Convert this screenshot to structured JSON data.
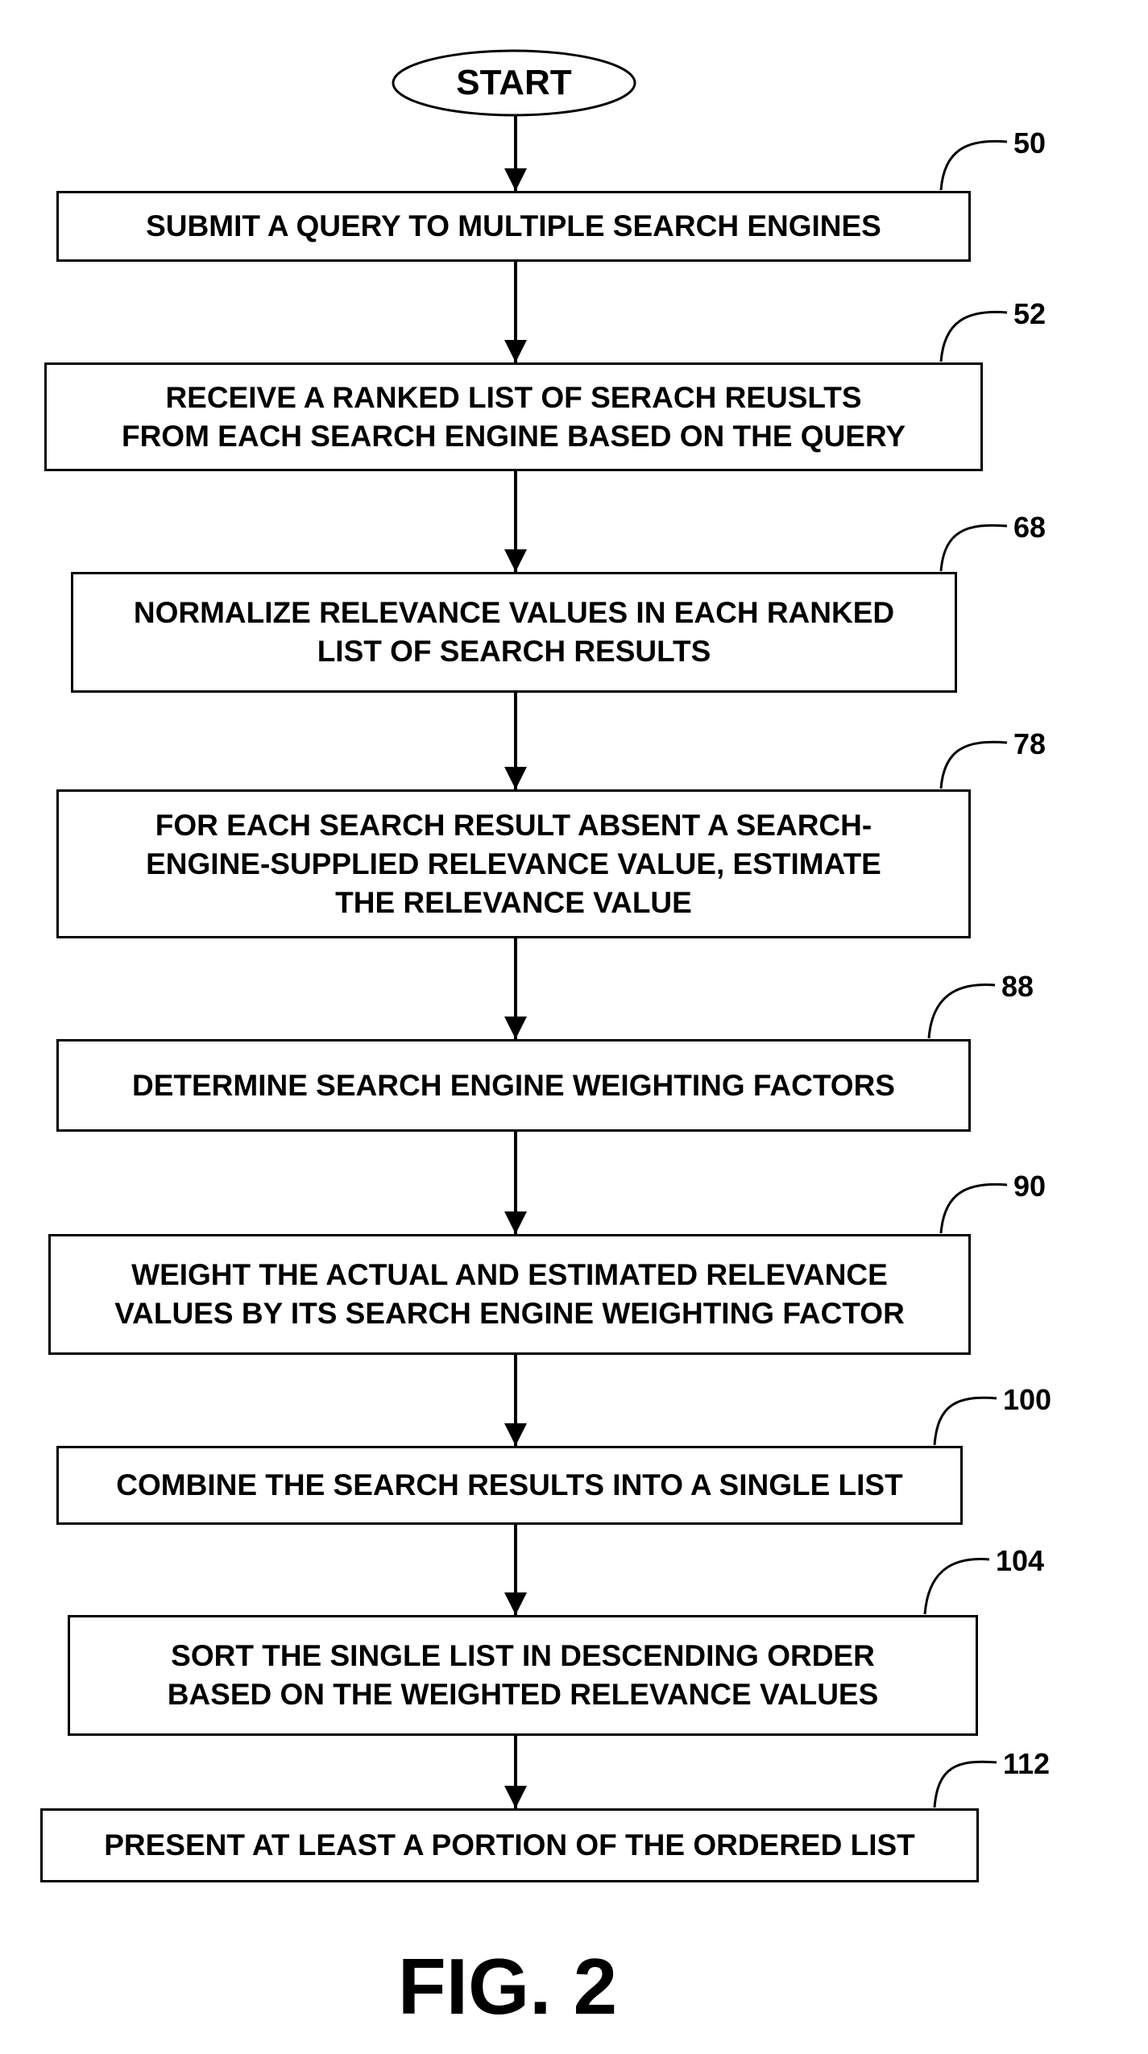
{
  "diagram": {
    "start_label": "START",
    "figure_label": "FIG. 2",
    "line_color": "#000000",
    "steps": [
      {
        "ref": "50",
        "text": "SUBMIT A QUERY TO MULTIPLE SEARCH ENGINES"
      },
      {
        "ref": "52",
        "text": "RECEIVE A RANKED LIST OF SERACH REUSLTS\nFROM EACH SEARCH ENGINE BASED ON THE QUERY"
      },
      {
        "ref": "68",
        "text": "NORMALIZE RELEVANCE VALUES IN EACH RANKED\nLIST OF SEARCH RESULTS"
      },
      {
        "ref": "78",
        "text": "FOR EACH SEARCH RESULT ABSENT A SEARCH-\nENGINE-SUPPLIED RELEVANCE VALUE, ESTIMATE\nTHE RELEVANCE VALUE"
      },
      {
        "ref": "88",
        "text": "DETERMINE SEARCH ENGINE WEIGHTING FACTORS"
      },
      {
        "ref": "90",
        "text": "WEIGHT THE ACTUAL AND ESTIMATED RELEVANCE\nVALUES BY ITS SEARCH ENGINE WEIGHTING FACTOR"
      },
      {
        "ref": "100",
        "text": "COMBINE THE SEARCH RESULTS INTO A SINGLE LIST"
      },
      {
        "ref": "104",
        "text": "SORT THE SINGLE LIST IN DESCENDING ORDER\nBASED ON THE WEIGHTED RELEVANCE VALUES"
      },
      {
        "ref": "112",
        "text": "PRESENT AT LEAST A PORTION OF THE ORDERED LIST"
      }
    ]
  }
}
